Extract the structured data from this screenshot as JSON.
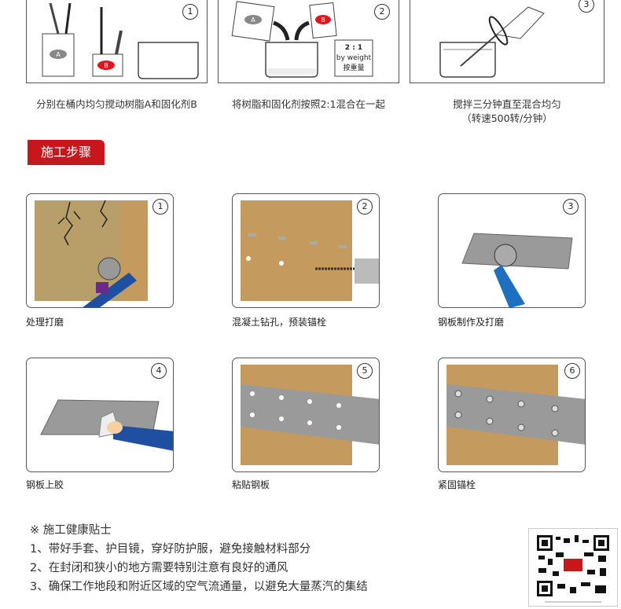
{
  "mixing": [
    {
      "num": "1",
      "caption": "分别在桶内均匀搅动树脂A和固化剂B",
      "a": "A",
      "b": "B"
    },
    {
      "num": "2",
      "caption": "将树脂和固化剂按照2:1混合在一起",
      "a": "A",
      "b": "B",
      "ratio": "2 : 1",
      "ratio_unit": "by weight",
      "ratio_cn": "按重量"
    },
    {
      "num": "3",
      "caption": "搅拌三分钟直至混合均匀",
      "caption2": "（转速500转/分钟）"
    }
  ],
  "section_title": "施工步骤",
  "steps": [
    {
      "num": "1",
      "label": "处理打磨"
    },
    {
      "num": "2",
      "label": "混凝土钻孔，预装锚栓"
    },
    {
      "num": "3",
      "label": "钢板制作及打磨"
    },
    {
      "num": "4",
      "label": "钢板上胶"
    },
    {
      "num": "5",
      "label": "粘贴钢板"
    },
    {
      "num": "6",
      "label": "紧固锚栓"
    }
  ],
  "tips": {
    "title": "※  施工健康贴士",
    "items": [
      "1、带好手套、护目镜，穿好防护服，避免接触材料部分",
      "2、在封闭和狭小的地方需要特别注意有良好的通风",
      "3、确保工作地段和附近区域的空气流通量，以避免大量蒸汽的集结"
    ]
  },
  "colors": {
    "accent": "#c8161d",
    "wood": "#c49a5e",
    "steel": "#9a9a9a"
  }
}
